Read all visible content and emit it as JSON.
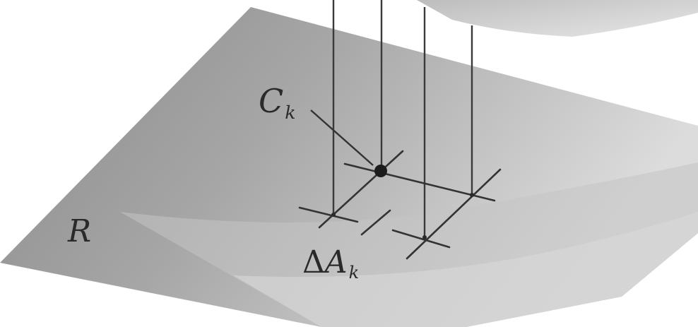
{
  "labels": {
    "region": "R",
    "column_base": "C",
    "column_sub": "k",
    "area_delta": "Δ",
    "area_base": "A",
    "area_sub": "k"
  },
  "colors": {
    "background": "#ffffff",
    "plane_dark": "#8e8e8e",
    "plane_light": "#cfcfcf",
    "lines": "#3a3a3a",
    "point": "#1c1c1c",
    "surface_above": "#c9c9c9"
  }
}
